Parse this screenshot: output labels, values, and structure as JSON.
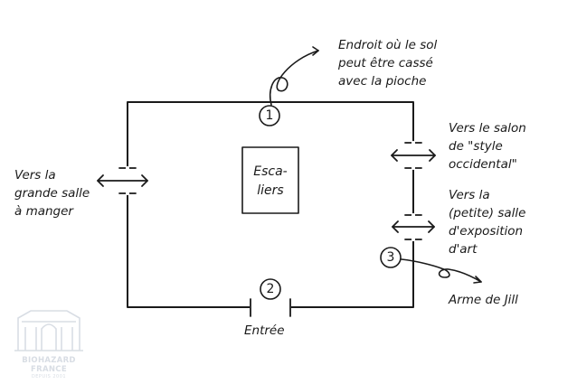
{
  "labels": {
    "pickaxe_note": [
      "Endroit où le sol",
      "peut être cassé",
      "avec la pioche"
    ],
    "west_room": [
      "Vers la",
      "grande salle",
      "à manger"
    ],
    "east_room_upper": [
      "Vers le salon",
      "de \"style",
      "occidental\""
    ],
    "east_room_lower": [
      "Vers la",
      "(petite) salle",
      "d'exposition",
      "d'art"
    ],
    "jill_weapon": "Arme de Jill",
    "entrance": "Entrée",
    "stairs": [
      "Esca-",
      "liers"
    ]
  },
  "markers": [
    "1",
    "2",
    "3"
  ],
  "watermark": {
    "name": "BIOHAZARD FRANCE",
    "tagline": "DEPUIS 2001"
  },
  "colors": {
    "ink": "#1a1a1a",
    "watermark": "#d8dde4"
  },
  "icons": {
    "doors": "double-arrow-icon",
    "markers": "circled-number-icon",
    "watermark": "mansion-logo-icon"
  }
}
